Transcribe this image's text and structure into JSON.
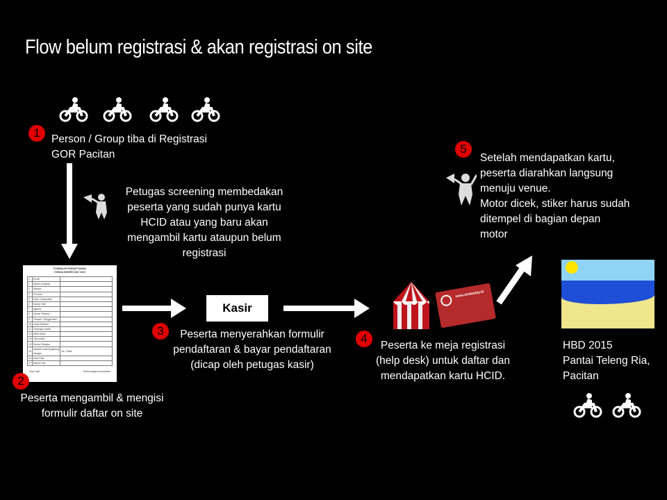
{
  "title": "Flow belum registrasi & akan registrasi on site",
  "steps": [
    {
      "num": "1",
      "text": [
        "Person / Group tiba di Registrasi",
        "GOR Pacitan"
      ]
    },
    {
      "num": "2",
      "text": [
        "Peserta mengambil & mengisi",
        "formulir daftar on site"
      ]
    },
    {
      "num": "3",
      "text": [
        "Peserta menyerahkan formulir",
        "pendaftaran & bayar pendaftaran",
        "(dicap oleh petugas kasir)"
      ]
    },
    {
      "num": "4",
      "text": [
        "Peserta ke meja registrasi",
        "(help desk) untuk daftar dan",
        "mendapatkan kartu HCID."
      ]
    },
    {
      "num": "5",
      "text": [
        "Setelah mendapatkan kartu,",
        "peserta diarahkan langsung",
        "menuju venue.",
        "Motor dicek, stiker harus sudah",
        "ditempel di bagian depan",
        "motor"
      ]
    }
  ],
  "screening": [
    "Petugas screening membedakan",
    "peserta yang sudah punya kartu",
    "HCID atau yang baru akan",
    "mengambil kartu ataupun belum",
    "registrasi"
  ],
  "kasir": "Kasir",
  "destination": [
    "HBD 2015",
    "Pantai Teleng Ria,",
    "Pacitan"
  ],
  "card_text": "www.simbaday.id",
  "form": {
    "title1": "FORMULIR PENDAFTARAN",
    "title2": "HONDA BIKERS DAY 2015",
    "fields": [
      "Email",
      "Nama Lengkap",
      "Alamat",
      "Provinsi",
      "Kota / Kabupaten",
      "Nomor SIM",
      "Agama",
      "Nomor Telepon",
      "Tempat / Tanggal lahir",
      "Jenis Kelamin",
      "Golongan darah",
      "Merk Motor",
      "Tipe Motor",
      "Nomor Rangka",
      "Apakah anda tergabung dengan",
      "Kota Club",
      "Nama Club"
    ],
    "yes": "Ya",
    "no": "Tidak",
    "footer_left": "Cap Kasir",
    "footer_right": "Tanda tangan koordinator"
  },
  "colors": {
    "badge": "#e00000",
    "background": "#000000"
  }
}
